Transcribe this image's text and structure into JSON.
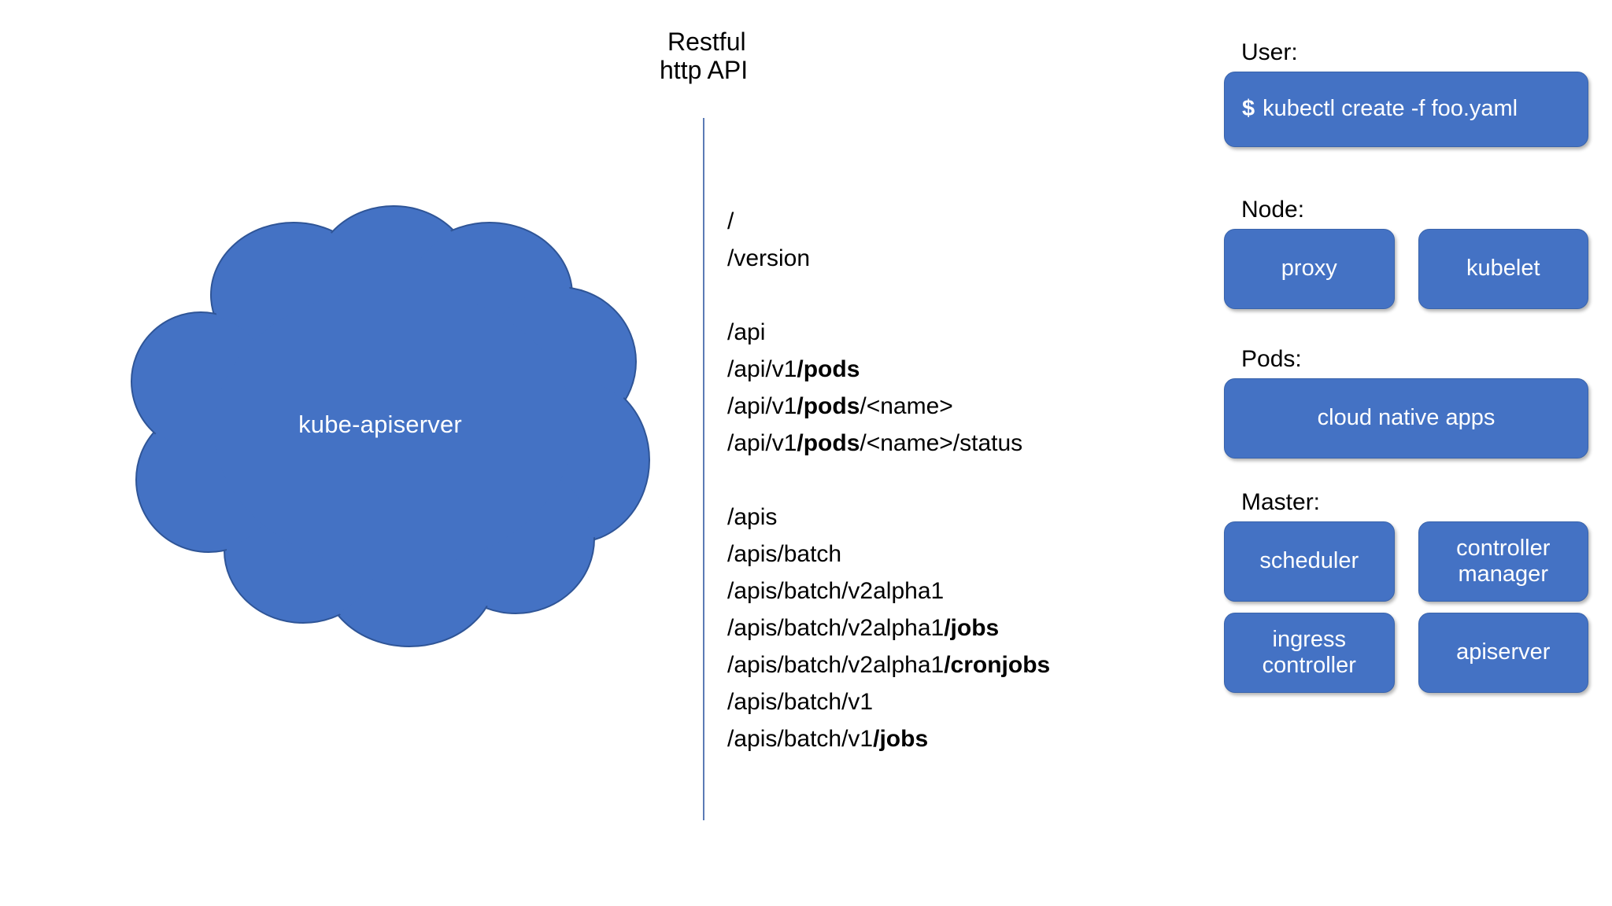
{
  "cloud": {
    "label": "kube-apiserver",
    "fill": "#4472C4",
    "stroke": "#2f5597"
  },
  "api": {
    "heading_line1": "Restful",
    "heading_line2": "http API",
    "divider_color": "#5b7bb5",
    "groups": [
      {
        "paths": [
          {
            "prefix": "/",
            "bold": "",
            "suffix": ""
          },
          {
            "prefix": "/version",
            "bold": "",
            "suffix": ""
          }
        ]
      },
      {
        "paths": [
          {
            "prefix": "/api",
            "bold": "",
            "suffix": ""
          },
          {
            "prefix": "/api/v1",
            "bold": "/pods",
            "suffix": ""
          },
          {
            "prefix": "/api/v1",
            "bold": "/pods",
            "suffix": "/<name>"
          },
          {
            "prefix": "/api/v1",
            "bold": "/pods",
            "suffix": "/<name>/status"
          }
        ]
      },
      {
        "paths": [
          {
            "prefix": "/apis",
            "bold": "",
            "suffix": ""
          },
          {
            "prefix": "/apis/batch",
            "bold": "",
            "suffix": ""
          },
          {
            "prefix": "/apis/batch/v2alpha1",
            "bold": "",
            "suffix": ""
          },
          {
            "prefix": "/apis/batch/v2alpha1",
            "bold": "/jobs",
            "suffix": ""
          },
          {
            "prefix": "/apis/batch/v2alpha1",
            "bold": "/cronjobs",
            "suffix": ""
          },
          {
            "prefix": "/apis/batch/v1",
            "bold": "",
            "suffix": ""
          },
          {
            "prefix": "/apis/batch/v1",
            "bold": "/jobs",
            "suffix": ""
          }
        ]
      }
    ]
  },
  "panel": {
    "box_fill": "#4472C4",
    "sections": [
      {
        "label": "User:",
        "boxes": [
          {
            "prompt": "$",
            "text": "kubectl create -f foo.yaml"
          }
        ]
      },
      {
        "label": "Node:",
        "boxes": [
          {
            "text": "proxy"
          },
          {
            "text": "kubelet"
          }
        ]
      },
      {
        "label": "Pods:",
        "boxes": [
          {
            "text": "cloud native apps"
          }
        ]
      },
      {
        "label": "Master:",
        "boxes": [
          {
            "text": "scheduler"
          },
          {
            "text": "controller manager"
          },
          {
            "text": "ingress controller"
          },
          {
            "text": "apiserver"
          }
        ]
      }
    ]
  }
}
